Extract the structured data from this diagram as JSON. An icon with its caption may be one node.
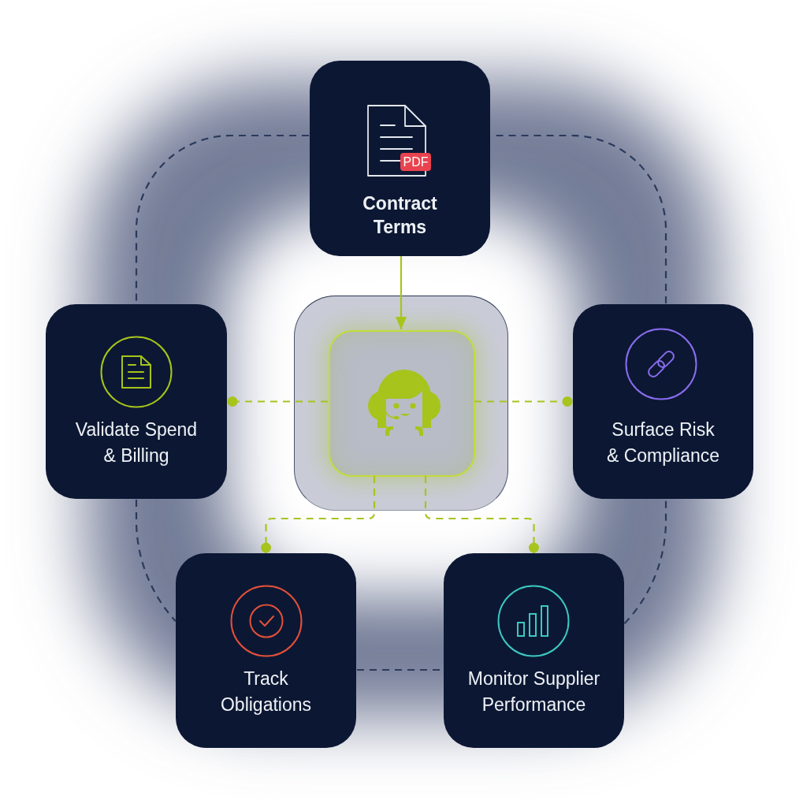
{
  "diagram": {
    "nodes": [
      {
        "text": [
          "Contract Terms"
        ]
      },
      {
        "text": [],
        "shape": "box"
      },
      {
        "text": [],
        "shape": "box",
        "in": 1
      },
      {
        "text": [
          "Validate Spend & Billing"
        ]
      },
      {
        "text": [
          "Surface Risk & Compliance"
        ]
      },
      {
        "text": [
          "Track Obligations"
        ]
      },
      {
        "text": [
          "Monitor Supplier Performance"
        ]
      }
    ],
    "edges": [
      {
        "from": 0,
        "to": 2,
        "arrow": "to"
      },
      {
        "from": 2,
        "to": 3,
        "arrow": "other",
        "style": "dashed"
      },
      {
        "from": 2,
        "to": 4,
        "arrow": "other",
        "style": "dashed"
      },
      {
        "from": 2,
        "to": 5,
        "arrow": "other",
        "style": "dashed"
      },
      {
        "from": 2,
        "to": 6,
        "arrow": "other",
        "style": "dashed"
      },
      {
        "from": 0,
        "to": 3,
        "arrow": "none",
        "style": "dashed",
        "color": "#2b3a5c"
      },
      {
        "from": 3,
        "to": 5,
        "arrow": "none",
        "style": "dashed",
        "color": "#2b3a5c"
      },
      {
        "from": 5,
        "to": 6,
        "arrow": "none",
        "style": "dashed",
        "color": "#2b3a5c"
      },
      {
        "from": 6,
        "to": 4,
        "arrow": "none",
        "style": "dashed",
        "color": "#2b3a5c"
      },
      {
        "from": 4,
        "to": 0,
        "arrow": "none",
        "style": "dashed",
        "color": "#2b3a5c"
      }
    ],
    "labels": [
      "PDF"
    ]
  }
}
